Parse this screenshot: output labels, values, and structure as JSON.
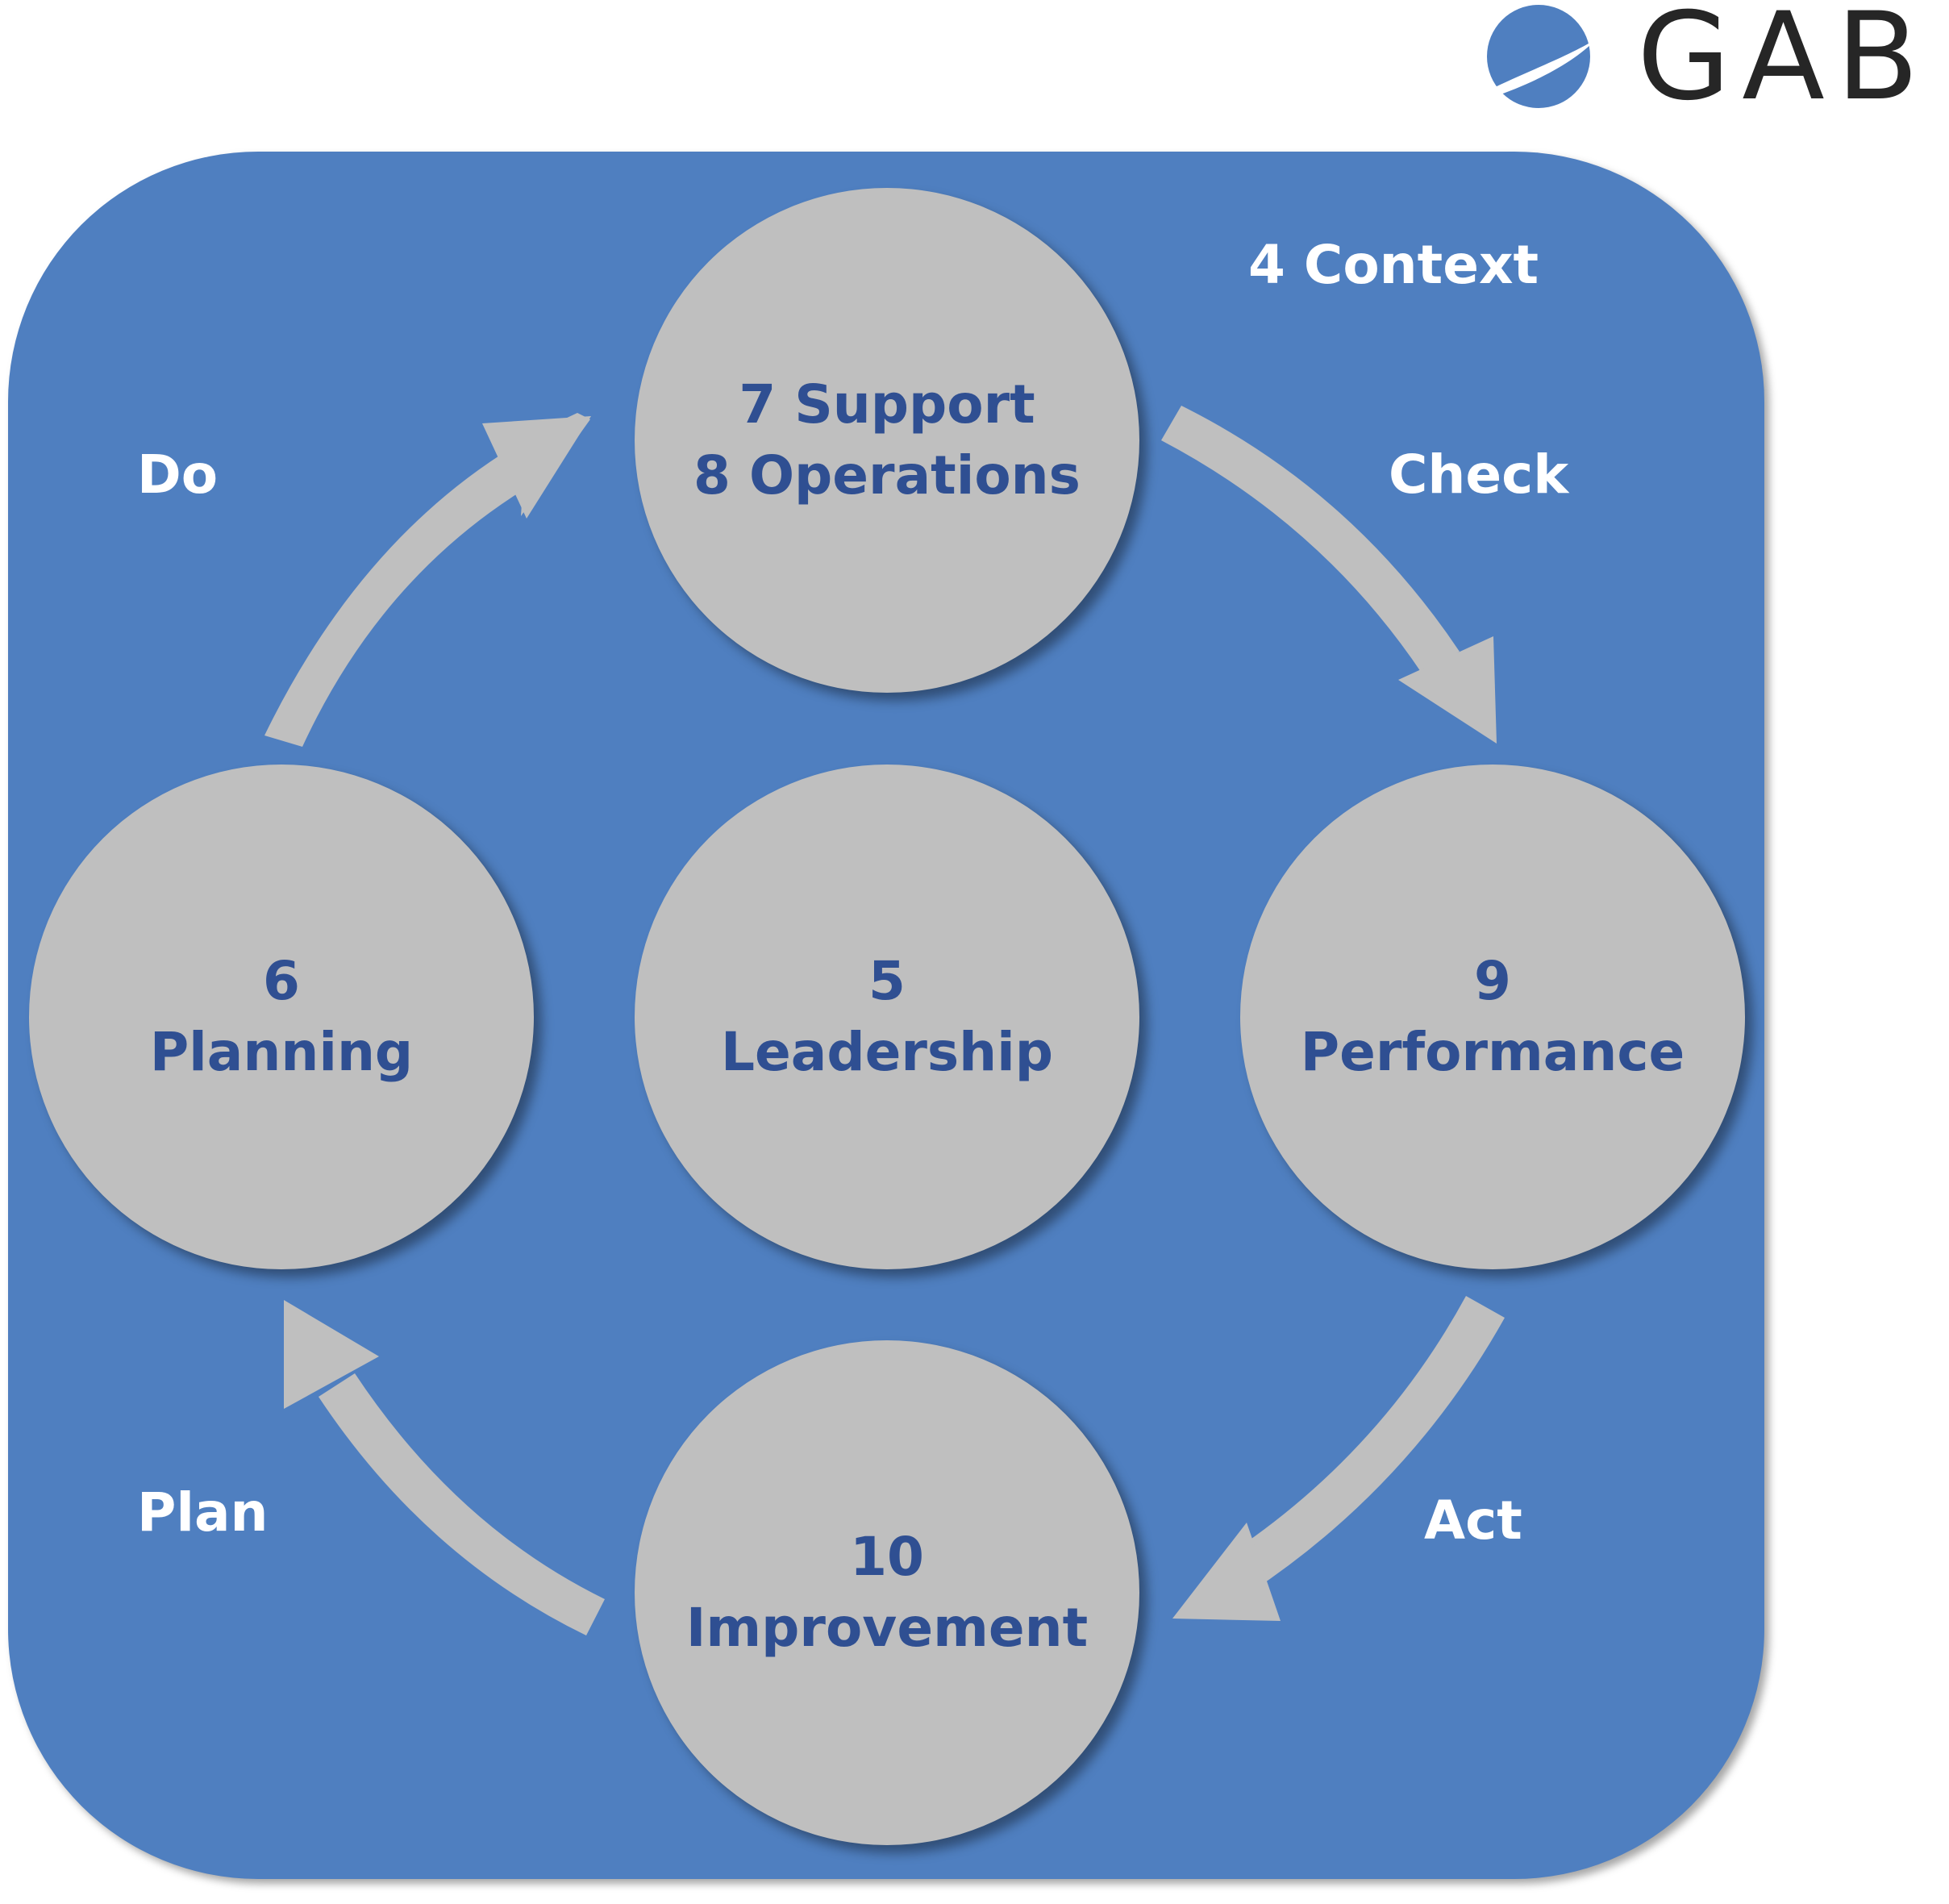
{
  "logo": {
    "text": "GAB",
    "mark_color": "#4f7fc0"
  },
  "context_label": "4 Context",
  "phases": {
    "do": "Do",
    "check": "Check",
    "act": "Act",
    "plan": "Plan"
  },
  "circles": {
    "top": {
      "line1": "7 Support",
      "line2": "8 Operations"
    },
    "left": {
      "line1": "6",
      "line2": "Planning"
    },
    "center": {
      "line1": "5",
      "line2": "Leadership"
    },
    "right": {
      "line1": "9",
      "line2": "Performance"
    },
    "bottom": {
      "line1": "10",
      "line2": "Improvement"
    }
  },
  "colors": {
    "panel": "#4f7fc0",
    "circle": "#bfbfbf",
    "circle_text": "#2f4f92",
    "arrow": "#bfbfbf",
    "label": "#ffffff"
  }
}
